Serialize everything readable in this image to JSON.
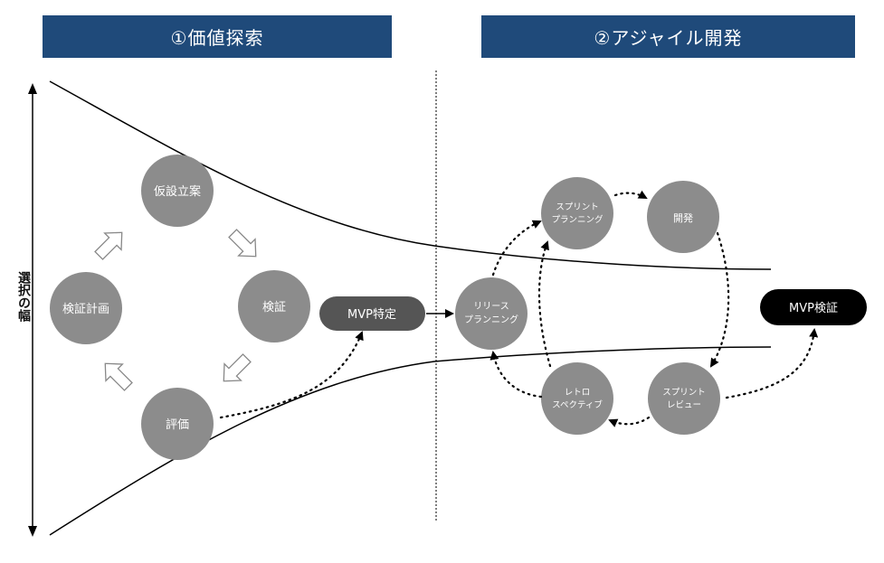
{
  "headers": {
    "value_exploration": "①価値探索",
    "agile_development": "②アジャイル開発"
  },
  "axis": {
    "label": "選択の幅"
  },
  "value_cycle": {
    "hypothesis": "仮設立案",
    "verification": "検証",
    "evaluation": "評価",
    "verification_plan": "検証計画"
  },
  "mvp": {
    "define": "MVP特定",
    "verify": "MVP検証"
  },
  "agile_cycle": {
    "release_planning": [
      "リリース",
      "プランニング"
    ],
    "sprint_planning": [
      "スプリント",
      "プランニング"
    ],
    "development": "開発",
    "sprint_review": [
      "スプリント",
      "レビュー"
    ],
    "retrospective": [
      "レトロ",
      "スペクティブ"
    ]
  },
  "colors": {
    "header_bg": "#1f4a7a",
    "node_fill": "#8c8c8c",
    "mvp_define_fill": "#555555",
    "mvp_verify_fill": "#000000"
  },
  "icons": [
    "arrow-up-right-icon",
    "arrow-down-right-icon",
    "arrow-down-left-icon",
    "arrow-up-left-icon"
  ]
}
